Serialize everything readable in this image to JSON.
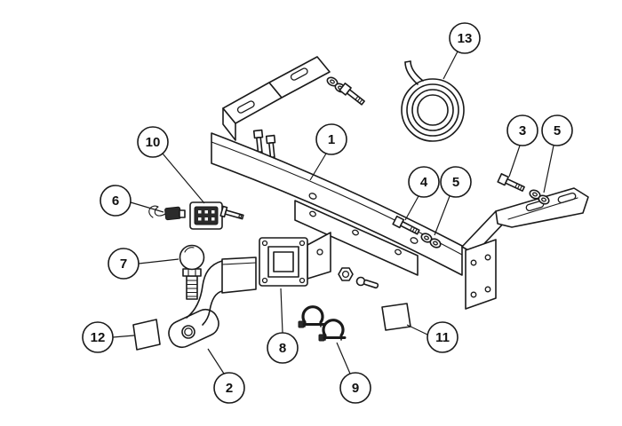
{
  "colors": {
    "line": "#1a1a1a",
    "background": "#ffffff",
    "part_fill": "#ffffff",
    "dark_fill": "#2b2b2b"
  },
  "callouts": [
    {
      "id": "1",
      "label": "1"
    },
    {
      "id": "2",
      "label": "2"
    },
    {
      "id": "3",
      "label": "3"
    },
    {
      "id": "4",
      "label": "4"
    },
    {
      "id": "5a",
      "label": "5"
    },
    {
      "id": "5b",
      "label": "5"
    },
    {
      "id": "6",
      "label": "6"
    },
    {
      "id": "7",
      "label": "7"
    },
    {
      "id": "8",
      "label": "8"
    },
    {
      "id": "9",
      "label": "9"
    },
    {
      "id": "10",
      "label": "10"
    },
    {
      "id": "11",
      "label": "11"
    },
    {
      "id": "12",
      "label": "12"
    },
    {
      "id": "13",
      "label": "13"
    }
  ]
}
